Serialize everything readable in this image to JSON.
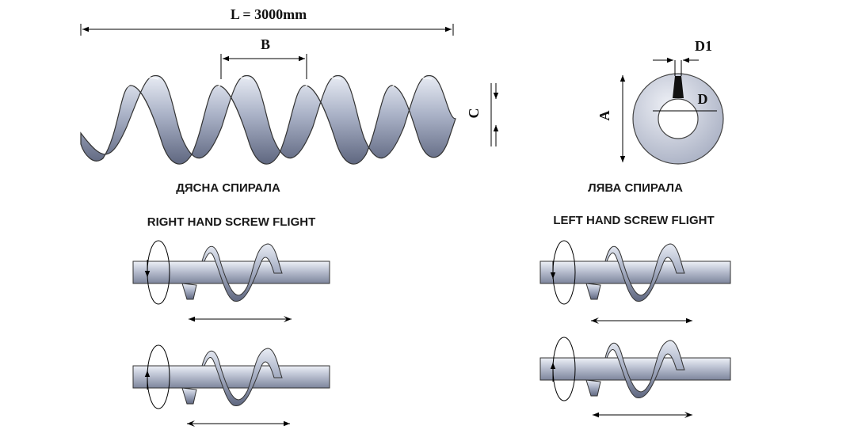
{
  "dimensions": {
    "length": "L = 3000mm",
    "pitch": "B",
    "height": "C",
    "outer_diameter": "A",
    "flight_thickness": "D1",
    "inner_diameter": "D"
  },
  "labels": {
    "right_bg": "ДЯСНА СПИРАЛА",
    "right_en": "RIGHT HAND SCREW FLIGHT",
    "left_bg": "ЛЯВА СПИРАЛА",
    "left_en": "LEFT HAND SCREW FLIGHT"
  }
}
